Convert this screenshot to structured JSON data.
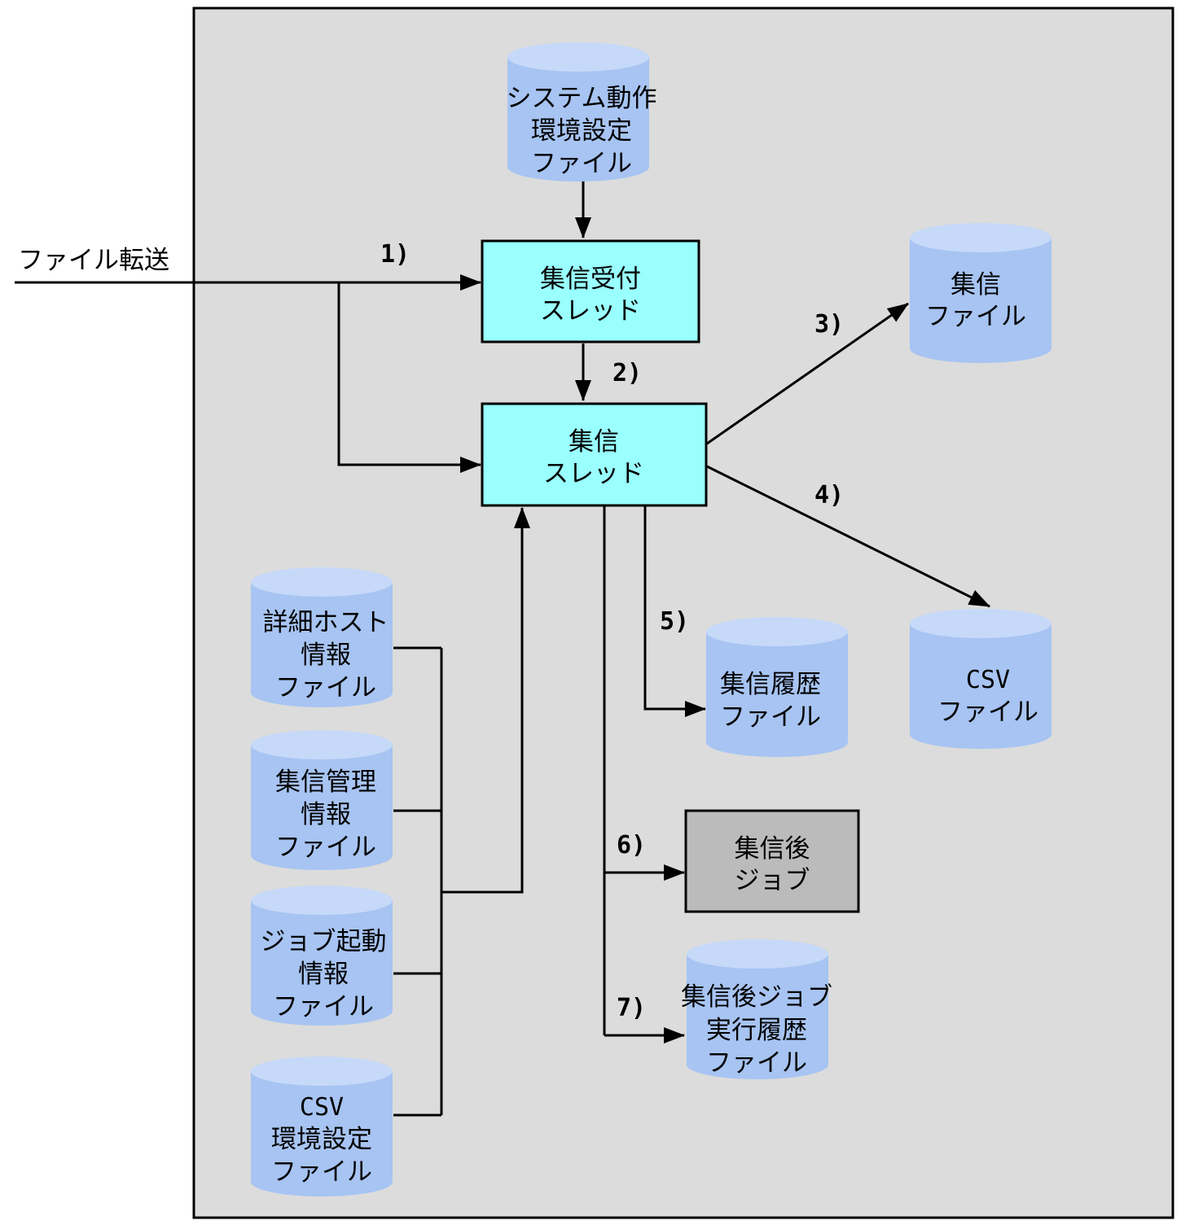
{
  "input_label": "ファイル転送",
  "colors": {
    "frame_bg": "#dcdcdc",
    "thread_fill": "#99ffff",
    "job_fill": "#bbbbbb",
    "cylinder_body": "#a7c4f2",
    "cylinder_top": "#c6d9f8"
  },
  "processes": {
    "reception_thread": [
      "集信受付",
      "スレッド"
    ],
    "collect_thread": [
      "集信",
      "スレッド"
    ],
    "post_job": [
      "集信後",
      "ジョブ"
    ]
  },
  "files": {
    "sys_env": [
      "システム動作",
      "環境設定",
      "ファイル"
    ],
    "collect_file": [
      "集信",
      "ファイル"
    ],
    "csv_file": [
      "CSV",
      "ファイル"
    ],
    "history": [
      "集信履歴",
      "ファイル"
    ],
    "host_info": [
      "詳細ホスト",
      "情報",
      "ファイル"
    ],
    "mgmt_info": [
      "集信管理",
      "情報",
      "ファイル"
    ],
    "job_start": [
      "ジョブ起動",
      "情報",
      "ファイル"
    ],
    "csv_env": [
      "CSV",
      "環境設定",
      "ファイル"
    ],
    "job_history": [
      "集信後ジョブ",
      "実行履歴",
      "ファイル"
    ]
  },
  "steps": [
    "1)",
    "2)",
    "3)",
    "4)",
    "5)",
    "6)",
    "7)"
  ]
}
